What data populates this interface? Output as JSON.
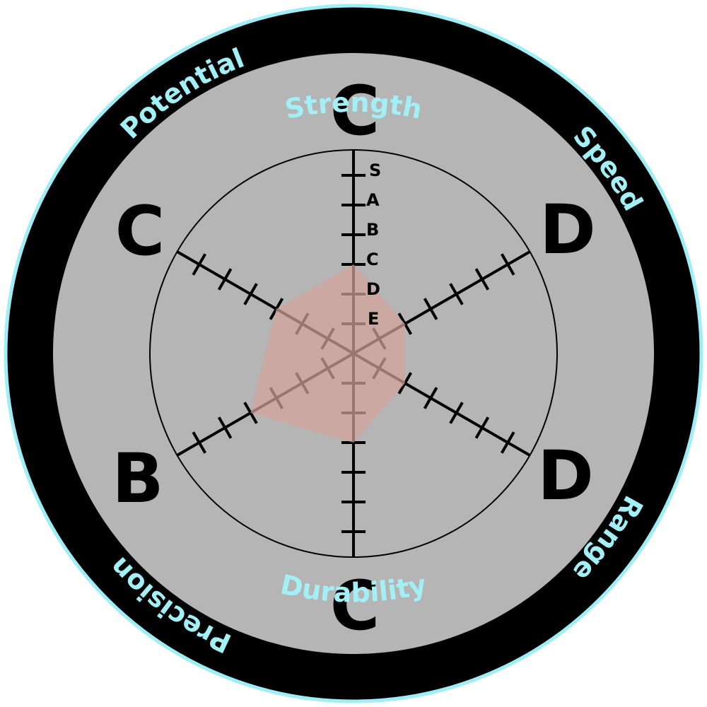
{
  "chart_data": {
    "type": "radar",
    "scale": [
      "S",
      "A",
      "B",
      "C",
      "D",
      "E"
    ],
    "axes": [
      {
        "name": "Strength",
        "grade": "C"
      },
      {
        "name": "Speed",
        "grade": "D"
      },
      {
        "name": "Range",
        "grade": "D"
      },
      {
        "name": "Durability",
        "grade": "C"
      },
      {
        "name": "Precision",
        "grade": "B"
      },
      {
        "name": "Potential",
        "grade": "C"
      }
    ]
  },
  "colors": {
    "outer_ring": "#000000",
    "ring_outline": "#9deef6",
    "stat_name_text": "#a3eff6",
    "chart_background": "#b5b5b5",
    "polygon_fill": "#d4a49b",
    "axis_line": "#000000",
    "grade_text": "#000000"
  }
}
